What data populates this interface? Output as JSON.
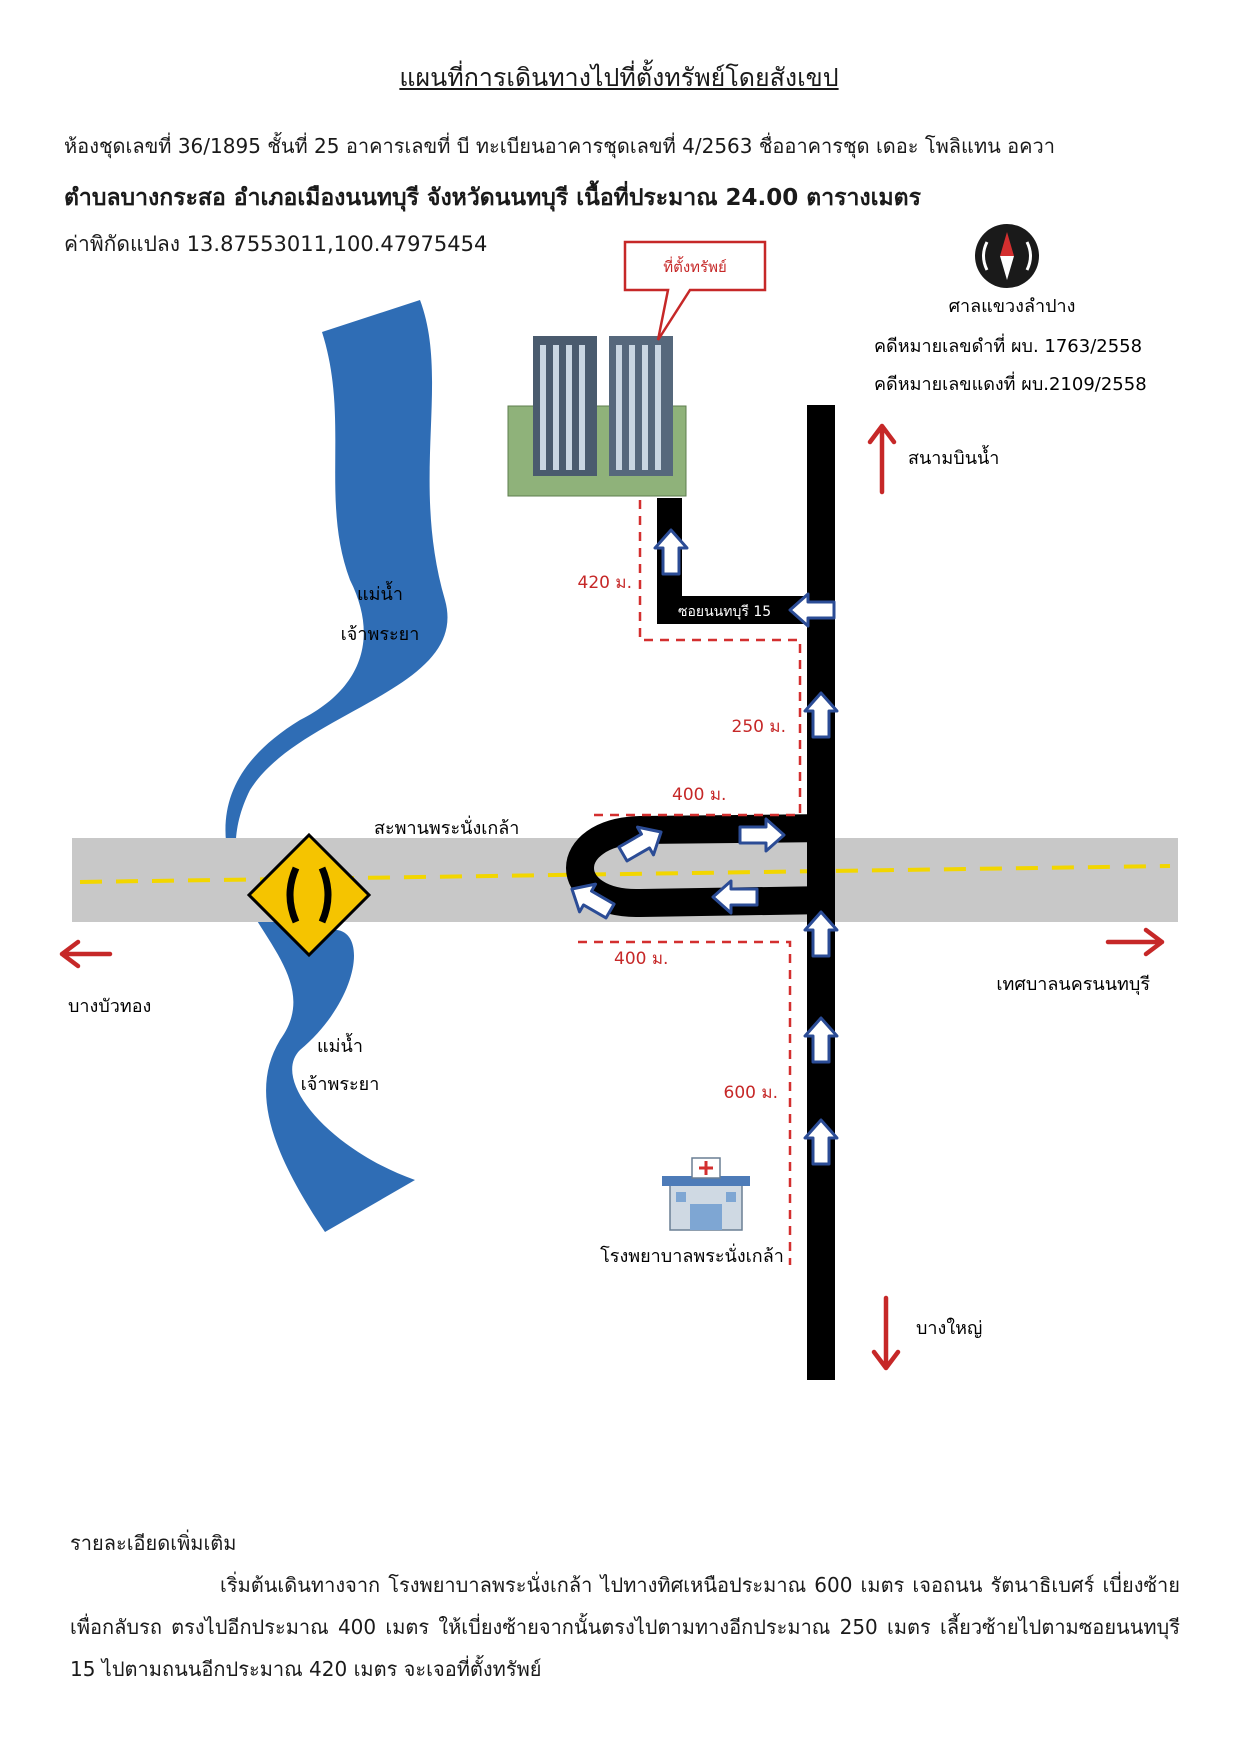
{
  "header": {
    "title": "แผนที่การเดินทางไปที่ตั้งทรัพย์โดยสังเขป",
    "line1": "ห้องชุดเลขที่ 36/1895 ชั้นที่ 25 อาคารเลขที่ บี ทะเบียนอาคารชุดเลขที่ 4/2563 ชื่ออาคารชุด เดอะ โพลิแทน อควา",
    "line2": "ตำบลบางกระสอ อำเภอเมืองนนทบุรี จังหวัดนนทบุรี เนื้อที่ประมาณ  24.00 ตารางเมตร",
    "line3": "ค่าพิกัดแปลง 13.87553011,100.47975454"
  },
  "map": {
    "callout": "ที่ตั้งทรัพย์",
    "court": "ศาลแขวงลำปาง",
    "case_black": "คดีหมายเลขดำที่ ผบ. 1763/2558",
    "case_red": "คดีหมายเลขแดงที่ ผบ.2109/2558",
    "north": "สนามบินน้ำ",
    "south": "บางใหญ่",
    "east": "เทศบาลนครนนทบุรี",
    "west": "บางบัวทอง",
    "river_top_1": "แม่น้ำ",
    "river_top_2": "เจ้าพระยา",
    "river_bottom_1": "แม่น้ำ",
    "river_bottom_2": "เจ้าพระยา",
    "bridge": "สะพานพระนั่งเกล้า",
    "soi": "ซอยนนทบุรี 15",
    "dist_420": "420 ม.",
    "dist_250": "250 ม.",
    "dist_400_top": "400 ม.",
    "dist_400_bottom": "400 ม.",
    "dist_600": "600 ม.",
    "hospital": "โรงพยาบาลพระนั่งเกล้า",
    "colors": {
      "river": "#2f6db5",
      "road": "#c8c8c8",
      "route": "#000000",
      "dash": "#d32f2f",
      "arrow": "#c62828"
    }
  },
  "details": {
    "heading": "รายละเอียดเพิ่มเติม",
    "text": "เริ่มต้นเดินทางจาก โรงพยาบาลพระนั่งเกล้า ไปทางทิศเหนือประมาณ 600 เมตร เจอถนน รัตนาธิเบศร์ เบี่ยงซ้ายเพื่อกลับรถ ตรงไปอีกประมาณ 400 เมตร ให้เบี่ยงซ้ายจากนั้นตรงไปตามทางอีกประมาณ 250 เมตร เลี้ยวซ้ายไปตามซอยนนทบุรี 15 ไปตามถนนอีกประมาณ 420 เมตร จะเจอที่ตั้งทรัพย์"
  }
}
